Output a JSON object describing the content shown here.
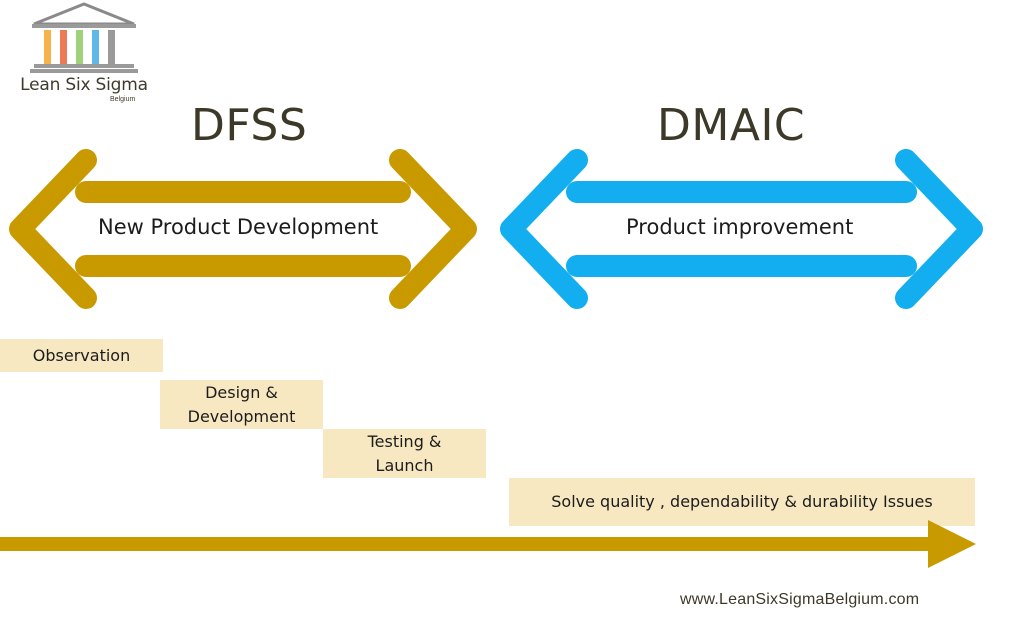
{
  "logo": {
    "title": "Lean Six Sigma",
    "subtitle": "Belgium"
  },
  "dfss": {
    "title": "DFSS",
    "label": "New Product Development",
    "color": "#c89a00"
  },
  "dmaic": {
    "title": "DMAIC",
    "label": "Product improvement",
    "color": "#12aef0"
  },
  "phases": [
    {
      "lines": [
        "Observation"
      ]
    },
    {
      "lines": [
        "Design &",
        "Development"
      ]
    },
    {
      "lines": [
        "Testing &",
        "Launch"
      ]
    },
    {
      "lines": [
        "Solve quality , dependability & durability Issues"
      ]
    }
  ],
  "phase_color": "#f7e8c2",
  "timeline_color": "#c89a00",
  "footer": {
    "url": "www.LeanSixSigmaBelgium.com"
  }
}
